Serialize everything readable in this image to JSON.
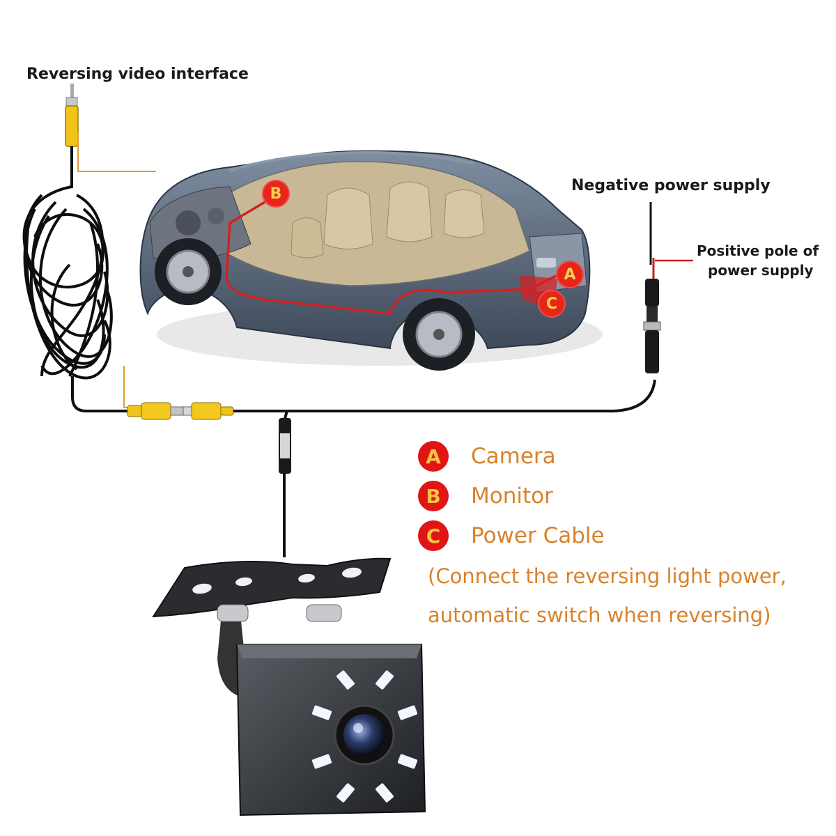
{
  "labels": {
    "video_interface": "Reversing video interface",
    "negative_supply": "Negative power supply",
    "positive_supply_line1": "Positive pole of",
    "positive_supply_line2": "power supply"
  },
  "car_markers": {
    "a": "A",
    "b": "B",
    "c": "C"
  },
  "legend": {
    "items": [
      {
        "letter": "A",
        "text": "Camera"
      },
      {
        "letter": "B",
        "text": "Monitor"
      },
      {
        "letter": "C",
        "text": "Power Cable"
      }
    ],
    "note_line1": "(Connect the reversing light power,",
    "note_line2": "automatic switch when reversing)"
  },
  "colors": {
    "accent_red": "#e01515",
    "legend_text": "#d9822b",
    "rca_yellow": "#f0c419",
    "cable": "#111111",
    "car_body": "#5e6d80"
  },
  "icons": {
    "camera": "backup-camera-icon",
    "car": "cutaway-car-illustration"
  }
}
